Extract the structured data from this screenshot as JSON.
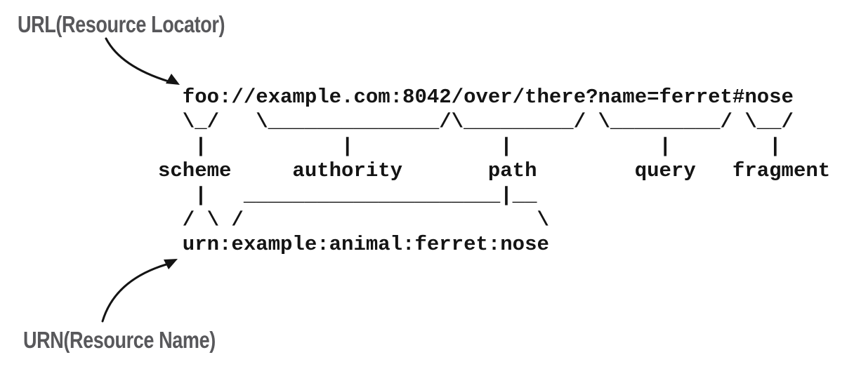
{
  "colors": {
    "ink": "#141414",
    "label_gray": "#58585b",
    "background": "#ffffff"
  },
  "annotations": {
    "url_label": "URL(Resource Locator)",
    "urn_label": "URN(Resource Name)"
  },
  "uri_diagram": {
    "ascii_art": "  foo://example.com:8042/over/there?name=ferret#nose\n  \\_/   \\______________/\\_________/ \\_________/ \\__/\n   |           |            |            |        |\nscheme     authority       path        query   fragment\n   |   _____________________|__\n  / \\ /                        \\\n  urn:example:animal:ferret:nose",
    "url_example": "foo://example.com:8042/over/there?name=ferret#nose",
    "urn_example": "urn:example:animal:ferret:nose",
    "components": [
      "scheme",
      "authority",
      "path",
      "query",
      "fragment"
    ]
  }
}
